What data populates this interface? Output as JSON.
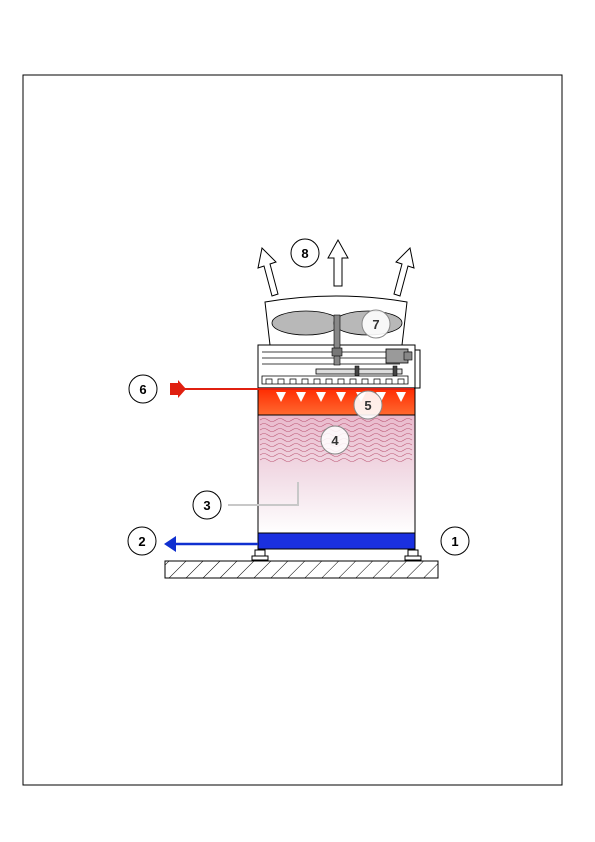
{
  "callouts": [
    {
      "id": "1",
      "label": "1"
    },
    {
      "id": "2",
      "label": "2"
    },
    {
      "id": "3",
      "label": "3"
    },
    {
      "id": "4",
      "label": "4"
    },
    {
      "id": "5",
      "label": "5"
    },
    {
      "id": "6",
      "label": "6"
    },
    {
      "id": "7",
      "label": "7"
    },
    {
      "id": "8",
      "label": "8"
    }
  ],
  "colors": {
    "hot_water": "#e02010",
    "cold_water": "#1030d0",
    "spray": "#ff3a10",
    "basin": "#1a30e0",
    "fill_top": "#e8b8c8",
    "frame": "#000000"
  },
  "icons": {
    "fan": "fan-icon",
    "motor": "motor-icon",
    "air_out": "up-arrow-icon",
    "air_in": "air-inlet-icon"
  }
}
